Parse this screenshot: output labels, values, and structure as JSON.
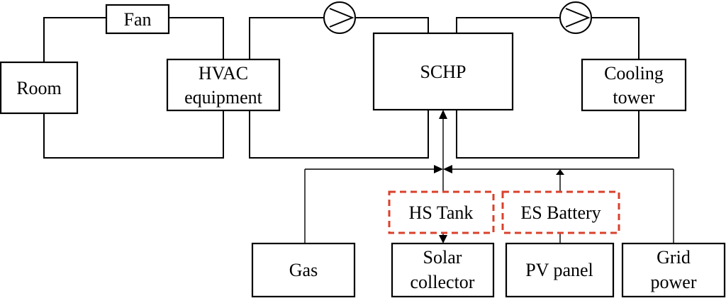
{
  "nodes": {
    "fan": "Fan",
    "room": "Room",
    "hvac": [
      "HVAC",
      "equipment"
    ],
    "schp": "SCHP",
    "cooling_tower": [
      "Cooling",
      "tower"
    ],
    "hs_tank": "HS Tank",
    "es_battery": "ES Battery",
    "gas": "Gas",
    "solar_collector": [
      "Solar",
      "collector"
    ],
    "pv_panel": "PV panel",
    "grid_power": [
      "Grid",
      "power"
    ]
  },
  "colors": {
    "line": "#000000",
    "storage_outline": "#d9402b",
    "background": "#ffffff"
  },
  "icons": [
    "pump-icon",
    "pump-icon"
  ]
}
